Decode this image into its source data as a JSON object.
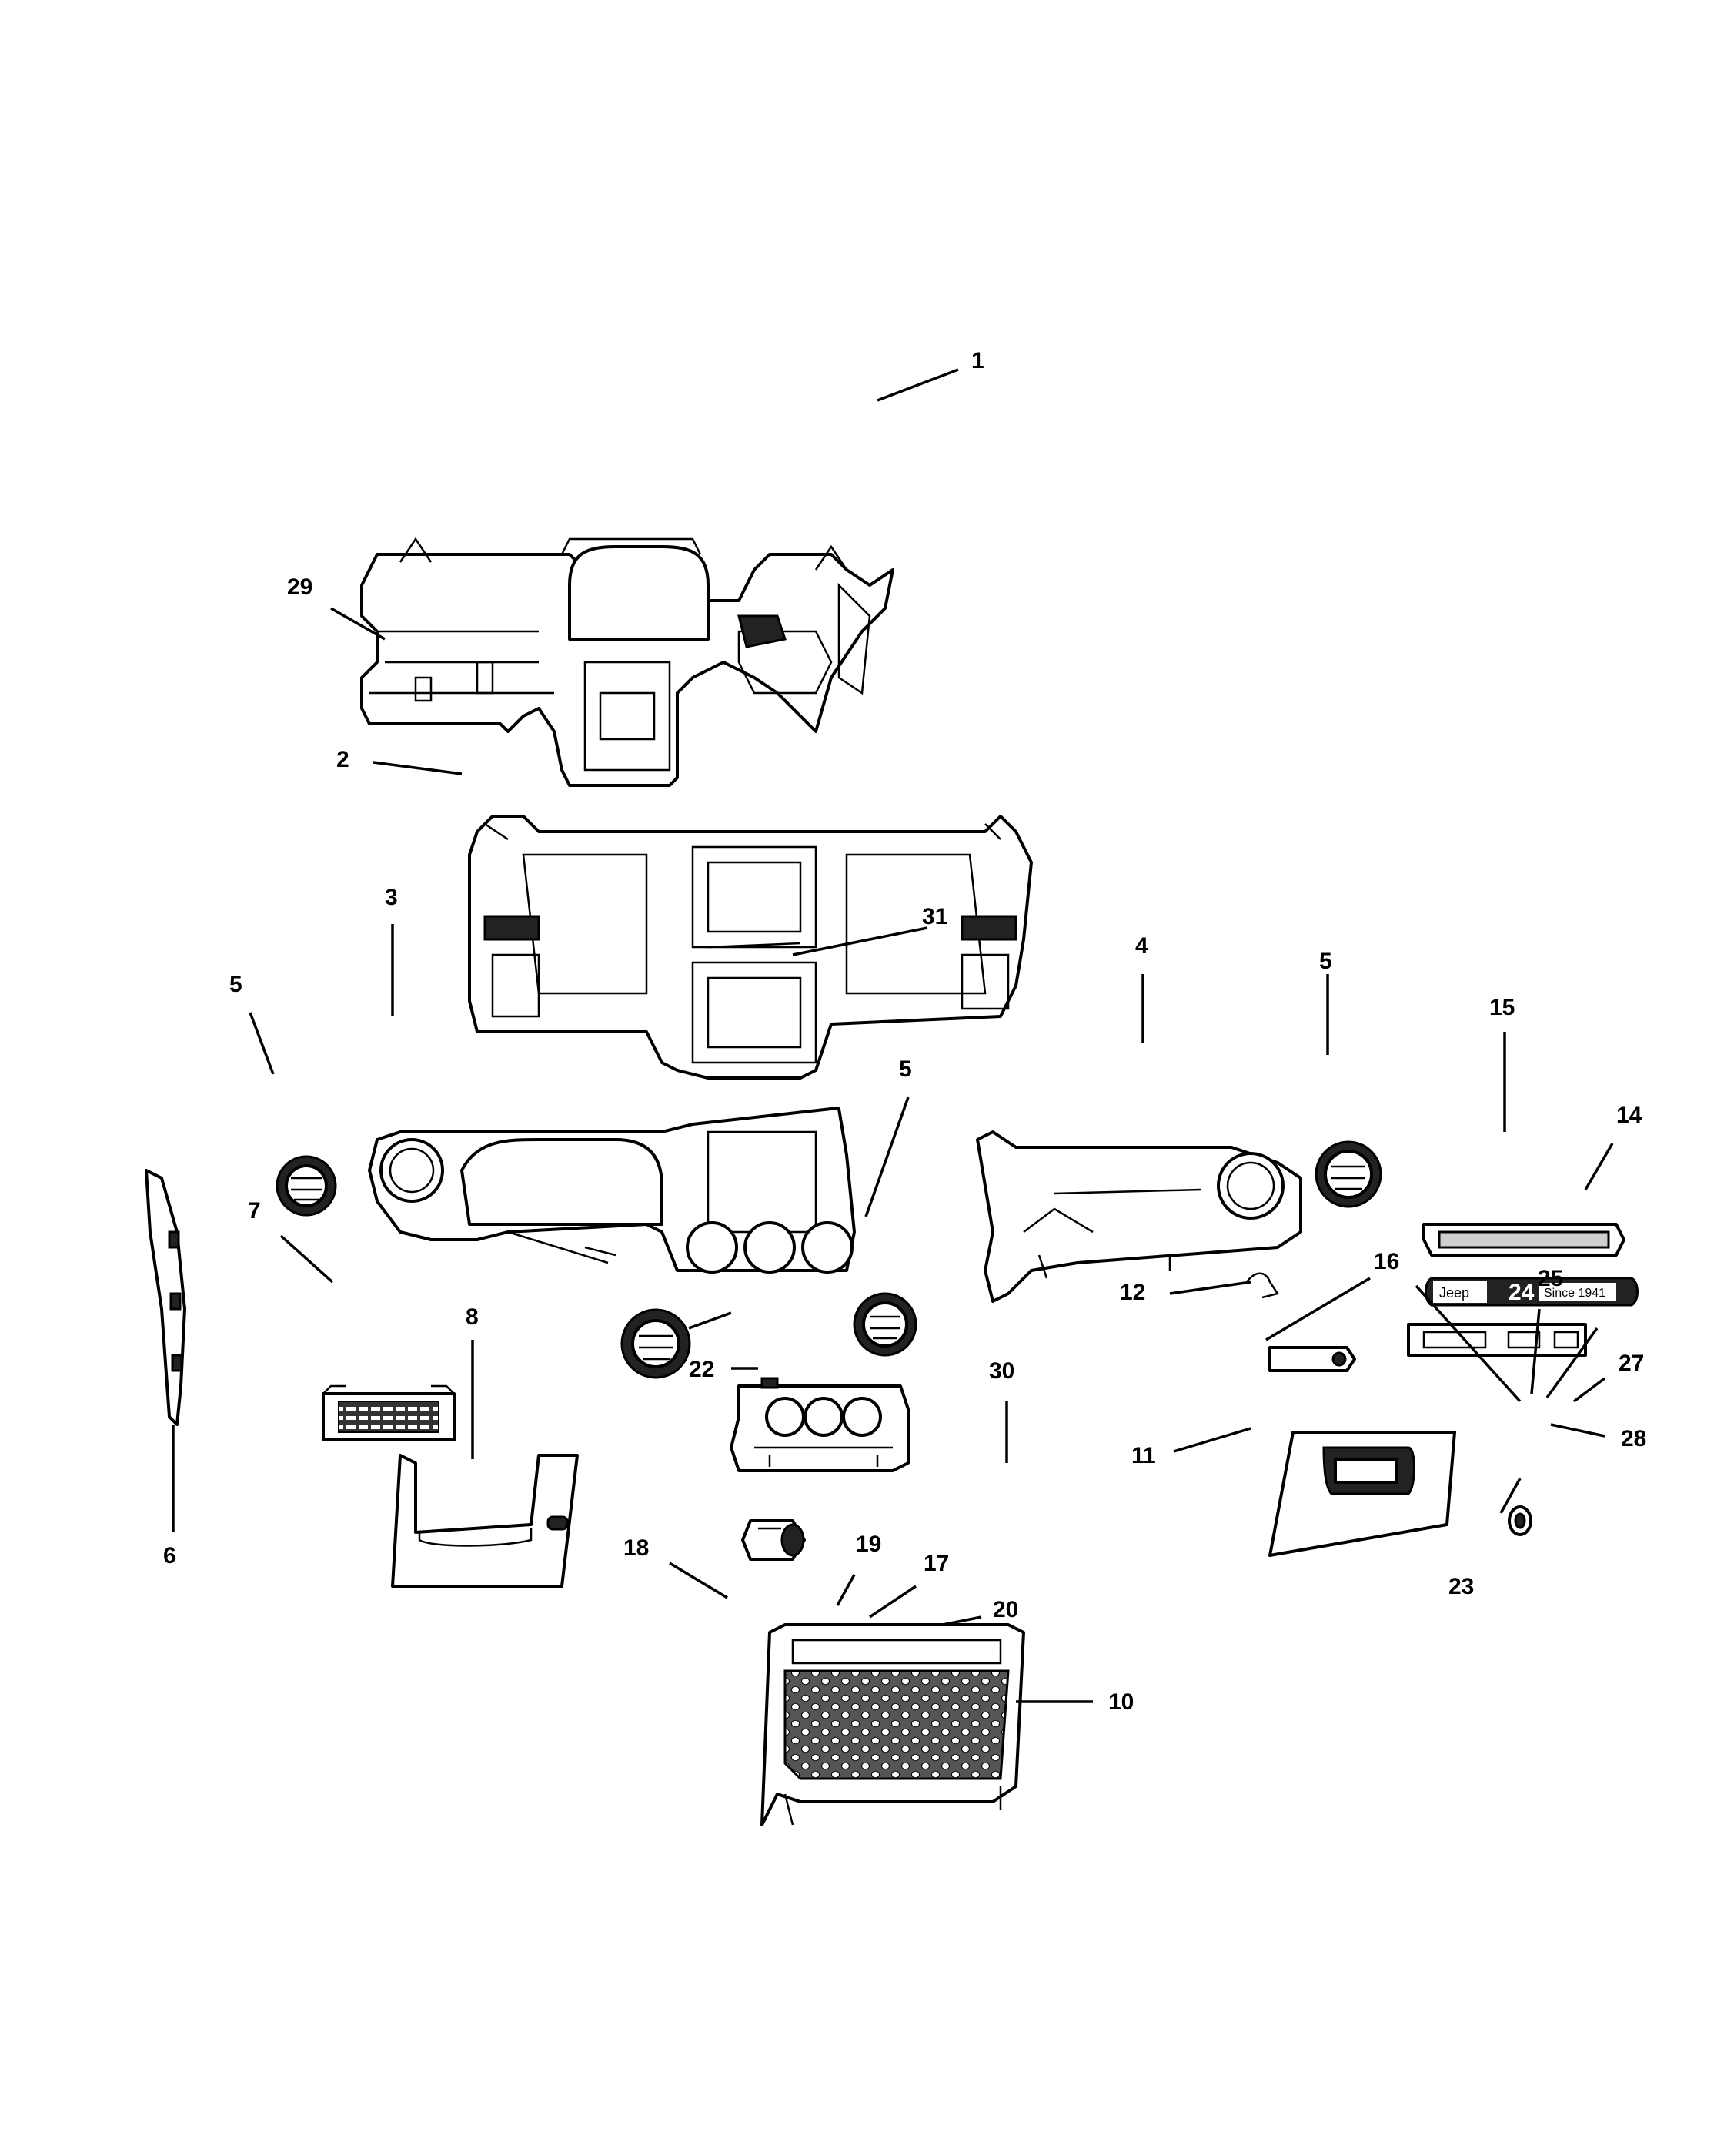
{
  "callouts": [
    {
      "id": "c1",
      "label": "1"
    },
    {
      "id": "c29",
      "label": "29"
    },
    {
      "id": "c2",
      "label": "2"
    },
    {
      "id": "c3",
      "label": "3"
    },
    {
      "id": "c31",
      "label": "31"
    },
    {
      "id": "c4",
      "label": "4"
    },
    {
      "id": "c5a",
      "label": "5"
    },
    {
      "id": "c5b",
      "label": "5"
    },
    {
      "id": "c5c",
      "label": "5"
    },
    {
      "id": "c15",
      "label": "15"
    },
    {
      "id": "c14",
      "label": "14"
    },
    {
      "id": "c7",
      "label": "7"
    },
    {
      "id": "c16",
      "label": "16"
    },
    {
      "id": "c25",
      "label": "25"
    },
    {
      "id": "c12",
      "label": "12"
    },
    {
      "id": "c8",
      "label": "8"
    },
    {
      "id": "c22",
      "label": "22"
    },
    {
      "id": "c30",
      "label": "30"
    },
    {
      "id": "c27",
      "label": "27"
    },
    {
      "id": "c28",
      "label": "28"
    },
    {
      "id": "c11",
      "label": "11"
    },
    {
      "id": "c6",
      "label": "6"
    },
    {
      "id": "c18",
      "label": "18"
    },
    {
      "id": "c19",
      "label": "19"
    },
    {
      "id": "c17",
      "label": "17"
    },
    {
      "id": "c23",
      "label": "23"
    },
    {
      "id": "c20",
      "label": "20"
    },
    {
      "id": "c10",
      "label": "10"
    }
  ],
  "badge": {
    "brand": "Jeep",
    "number": "24",
    "since": "Since 1941"
  }
}
